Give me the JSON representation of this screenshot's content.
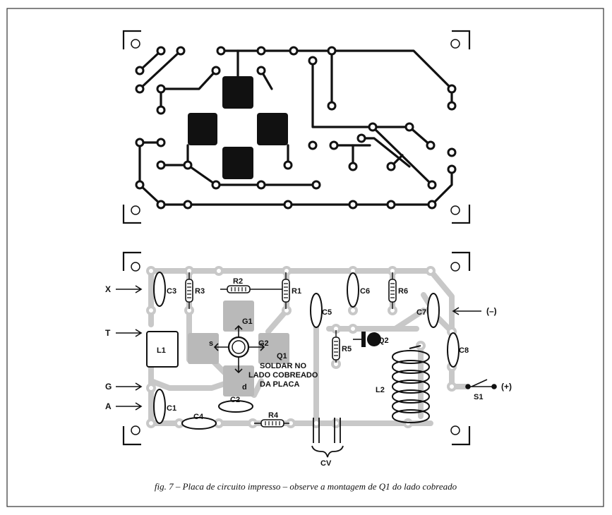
{
  "caption": "fig. 7 – Placa de circuito impresso – observe a montagem de Q1 do lado cobreado",
  "components": {
    "C1": "C1",
    "C2": "C2",
    "C3": "C3",
    "C4": "C4",
    "C5": "C5",
    "C6": "C6",
    "C7": "C7",
    "C8": "C8",
    "R1": "R1",
    "R2": "R2",
    "R3": "R3",
    "R4": "R4",
    "R5": "R5",
    "R6": "R6",
    "L1": "L1",
    "L2": "L2",
    "Q1": "Q1",
    "Q2": "Q2",
    "S1": "S1",
    "CV": "CV"
  },
  "q1_pins": {
    "g1": "G1",
    "g2": "G2",
    "s": "s",
    "d": "d"
  },
  "terminals": {
    "x": "X",
    "t": "T",
    "g": "G",
    "a": "A",
    "minus": "(–)",
    "plus": "(+)"
  },
  "solder_note": [
    "SOLDAR NO",
    "LADO COBREADO",
    "DA PLACA"
  ],
  "colors": {
    "ink": "#111111",
    "track_light": "#c8c8c8",
    "pad_light": "#b9b9b9",
    "paper": "#ffffff"
  }
}
